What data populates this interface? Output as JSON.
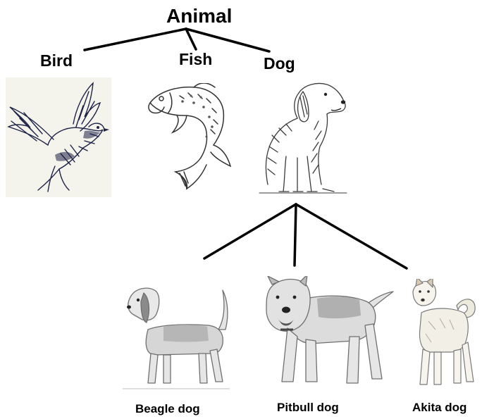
{
  "root": {
    "label": "Animal"
  },
  "level1": [
    {
      "label": "Bird",
      "icon": "bird-sketch"
    },
    {
      "label": "Fish",
      "icon": "fish-sketch"
    },
    {
      "label": "Dog",
      "icon": "dog-sketch"
    }
  ],
  "level2": [
    {
      "label": "Beagle dog",
      "icon": "beagle-sketch"
    },
    {
      "label": "Pitbull dog",
      "icon": "pitbull-sketch"
    },
    {
      "label": "Akita dog",
      "icon": "akita-sketch"
    }
  ],
  "colors": {
    "line": "#000000",
    "ink_dark": "#1e2347",
    "ink_gray": "#6f6f6f",
    "fill_gray": "#d9d9d9",
    "background": "#ffffff"
  }
}
